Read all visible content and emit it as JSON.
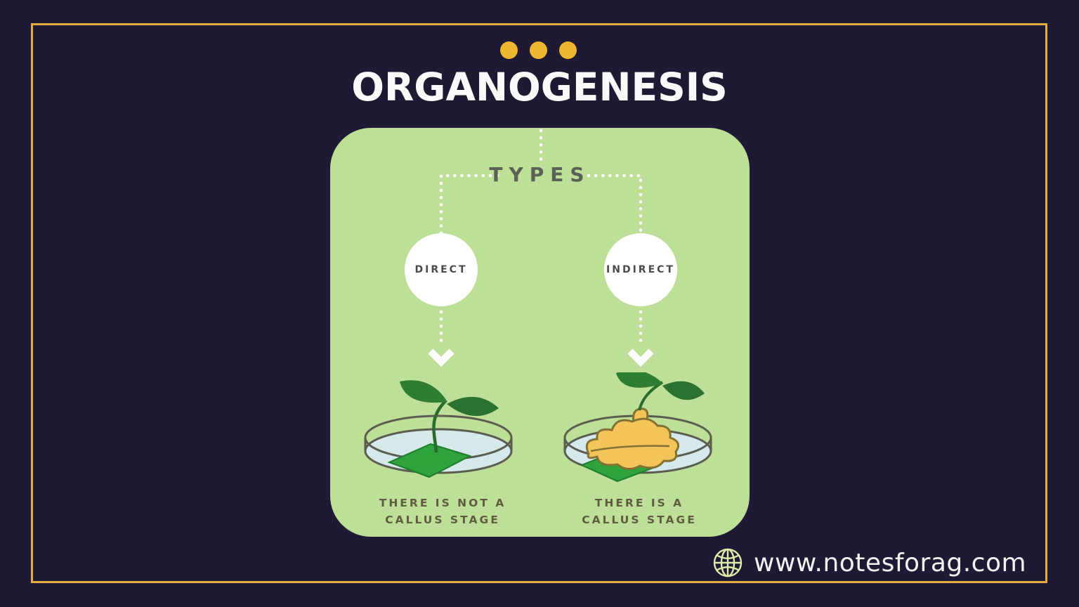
{
  "header": {
    "title": "ORGANOGENESIS"
  },
  "diagram": {
    "types_label": "TYPES",
    "branches": [
      {
        "id": "direct",
        "label": "DIRECT",
        "caption_line1": "THERE IS NOT A",
        "caption_line2": "CALLUS STAGE"
      },
      {
        "id": "indirect",
        "label": "INDIRECT",
        "caption_line1": "THERE IS A",
        "caption_line2": "CALLUS STAGE"
      }
    ]
  },
  "footer": {
    "website": "www.notesforag.com"
  },
  "colors": {
    "background_navy": "#1e1a33",
    "frame_gold": "#e7aa3f",
    "dots_gold": "#efb72f",
    "title_white": "#fafafa",
    "panel_green": "#bedf98",
    "types_gray": "#5b6154",
    "node_text_gray": "#4b4b4b",
    "caption_olive": "#5e5b41",
    "dish_fill_blue": "#d5e8ea",
    "dish_outline": "#5c5d51",
    "explant_green": "#2fa23c",
    "leaf_green": "#2e7d33",
    "callus_gold": "#f2c45a",
    "globe_icon_green": "#dcecad"
  }
}
